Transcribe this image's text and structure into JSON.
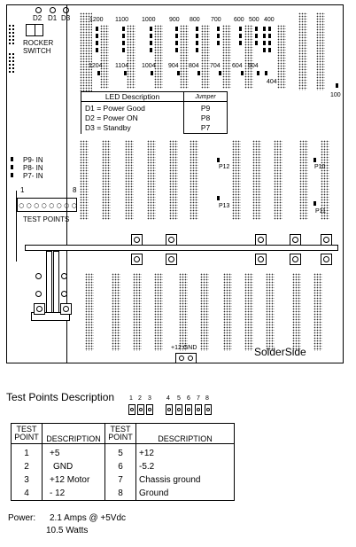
{
  "board": {
    "leds": [
      "D2",
      "D1",
      "D3"
    ],
    "rocker": [
      "ROCKER",
      "SWITCH"
    ],
    "jumper_labels_left": [
      "P9- IN",
      "P8- IN",
      "P7- IN"
    ],
    "slot_top_labels": [
      "1200",
      "1100",
      "1000",
      "900",
      "800",
      "700",
      "600",
      "500",
      "400"
    ],
    "slot_bottom_labels": [
      "1204",
      "1104",
      "1004",
      "904",
      "804",
      "704",
      "604",
      "504"
    ],
    "label_404": "404",
    "label_100": "100",
    "p_labels": [
      "P12",
      "P10",
      "P13",
      "P11"
    ],
    "test_points_label": "TEST POINTS",
    "tp_range": [
      "1",
      "8"
    ],
    "gnd_label": "+12 GND",
    "solder_side": "SolderSide"
  },
  "led_table": {
    "header": [
      "LED Description",
      "Jumper"
    ],
    "rows": [
      [
        "D1 = Power Good",
        "P9"
      ],
      [
        "D2 = Power ON",
        "P8"
      ],
      [
        "D3 = Standby",
        "P7"
      ]
    ]
  },
  "tp_desc": {
    "title": "Test Points Description",
    "digits": [
      "1",
      "2",
      "3",
      "4",
      "5",
      "6",
      "7",
      "8"
    ]
  },
  "tp_table": {
    "headers": [
      "TEST POINT",
      "DESCRIPTION",
      "TEST POINT",
      "DESCRIPTION"
    ],
    "rows": [
      [
        "1",
        "+5",
        "5",
        "+12"
      ],
      [
        "2",
        "GND",
        "6",
        "-5.2"
      ],
      [
        "3",
        "+12 Motor",
        "7",
        "Chassis ground"
      ],
      [
        "4",
        "- 12",
        "8",
        "Ground"
      ]
    ]
  },
  "power": {
    "label": "Power:",
    "line1": "2.1 Amps @ +5Vdc",
    "line2": "10.5 Watts"
  }
}
